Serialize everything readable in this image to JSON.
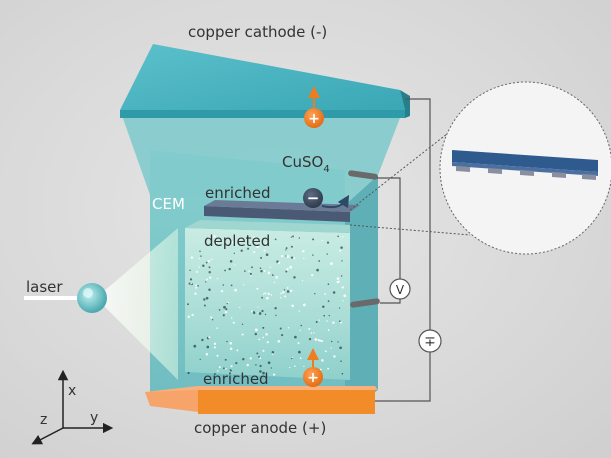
{
  "labels": {
    "cathode": "copper cathode (-)",
    "anode": "copper anode (+)",
    "electrolyte": "CuSO",
    "electrolyte_subscript": "4",
    "membrane": "CEM",
    "enriched_top": "enriched",
    "depleted": "depleted",
    "enriched_bottom": "enriched",
    "laser": "laser",
    "voltmeter": "V",
    "power_source": "∓",
    "cation_sign_top": "+",
    "anion_sign": "−",
    "cation_sign_bottom": "+"
  },
  "axes": {
    "x": "x",
    "y": "y",
    "z": "z"
  },
  "colors": {
    "cell_fluid": "#7fc8c8",
    "cathode_top": "#4fb3bf",
    "cathode_edge": "#2f9aa8",
    "anode_front": "#f28c28",
    "anode_side": "#f7a46b",
    "ion_orange": "#ee7d22",
    "anion_dark": "#3c4a5e",
    "membrane": "#4a5a75",
    "laser_beam": "#f4fff0",
    "wire": "#555555"
  }
}
